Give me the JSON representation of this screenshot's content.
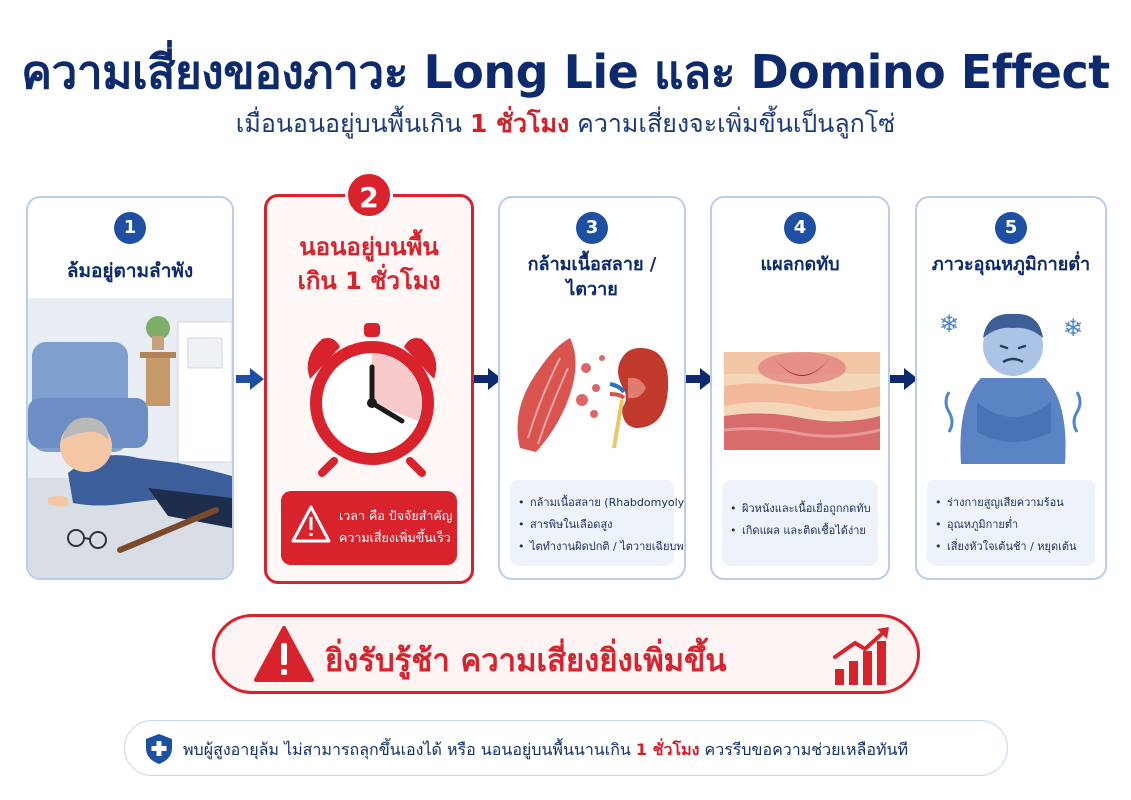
{
  "title": "ความเสี่ยงของภาวะ Long Lie และ Domino Effect",
  "subtitle": {
    "pre": "เมื่อนอนอยู่บนพื้นเกิน ",
    "highlight": "1 ชั่วโมง",
    "post": " ความเสี่ยงจะเพิ่มขึ้นเป็นลูกโซ่"
  },
  "steps": [
    {
      "number": "1",
      "title": "ล้มอยู่ตามลำพัง"
    },
    {
      "number": "2",
      "title_line1": "นอนอยู่บนพื้น",
      "title_line2": "เกิน 1 ชั่วโมง",
      "warning_line1": "เวลา คือ ปัจจัยสำคัญ",
      "warning_line2": "ความเสี่ยงเพิ่มขึ้นเร็ว"
    },
    {
      "number": "3",
      "title_line1": "กล้ามเนื้อสลาย /",
      "title_line2": "ไตวาย",
      "bullets": [
        "กล้ามเนื้อสลาย (Rhabdomyolysis)",
        "สารพิษในเลือดสูง",
        "ไตทำงานผิดปกติ / ไตวายเฉียบพลัน"
      ]
    },
    {
      "number": "4",
      "title": "แผลกดทับ",
      "bullets": [
        "ผิวหนังและเนื้อเยื่อถูกกดทับ",
        "เกิดแผล และติดเชื้อได้ง่าย"
      ]
    },
    {
      "number": "5",
      "title": "ภาวะอุณหภูมิกายต่ำ",
      "bullets": [
        "ร่างกายสูญเสียความร้อน",
        "อุณหภูมิกายต่ำ",
        "เสี่ยงหัวใจเต้นช้า / หยุดเต้น"
      ]
    }
  ],
  "banner_text": "ยิ่งรับรู้ช้า ความเสี่ยงยิ่งเพิ่มขึ้น",
  "footer": {
    "pre": "พบผู้สูงอายุล้ม ไม่สามารถลุกขึ้นเองได้ หรือ นอนอยู่บนพื้นนานเกิน ",
    "highlight": "1 ชั่วโมง",
    "post": " ควรรีบขอความช่วยเหลือทันที"
  },
  "icons": {
    "step1": "fallen-elderly-person-illustration",
    "step2": "alarm-clock-icon",
    "step3": "muscle-and-kidney-icon",
    "step4": "pressure-wound-skin-icon",
    "step5": "cold-shivering-person-icon",
    "warning": "warning-triangle-icon",
    "trend": "rising-chart-arrow-icon",
    "shield": "medical-shield-icon"
  },
  "colors": {
    "primary": "#0d2a6e",
    "accent_red": "#d8222c",
    "step_blue": "#1d4fa3",
    "card_border": "#b9cde8"
  }
}
